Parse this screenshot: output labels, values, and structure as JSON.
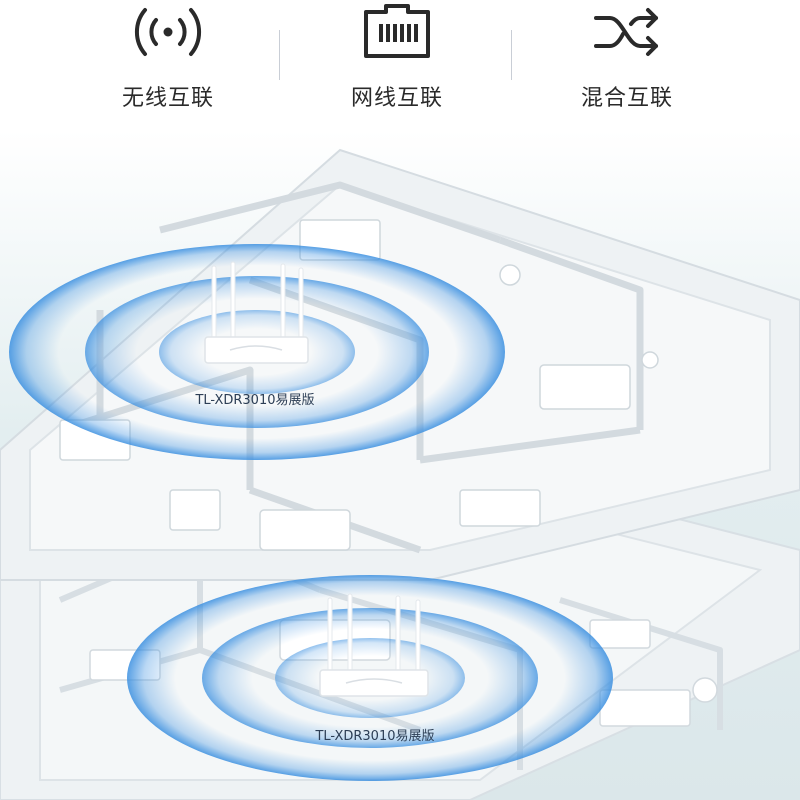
{
  "features": [
    {
      "icon": "wireless-signal-icon",
      "label": "无线互联"
    },
    {
      "icon": "ethernet-port-icon",
      "label": "网线互联"
    },
    {
      "icon": "shuffle-arrows-icon",
      "label": "混合互联"
    }
  ],
  "routers": [
    {
      "model": "TL-XDR3010易展版"
    },
    {
      "model": "TL-XDR3010易展版"
    }
  ],
  "colors": {
    "icon": "#2a2a2a",
    "text": "#2a2a2a",
    "signal_blue": "#3a8fe0",
    "floor_plan": "#eef2f5",
    "wall": "#ffffff",
    "background_tint": "#dde9ec"
  }
}
